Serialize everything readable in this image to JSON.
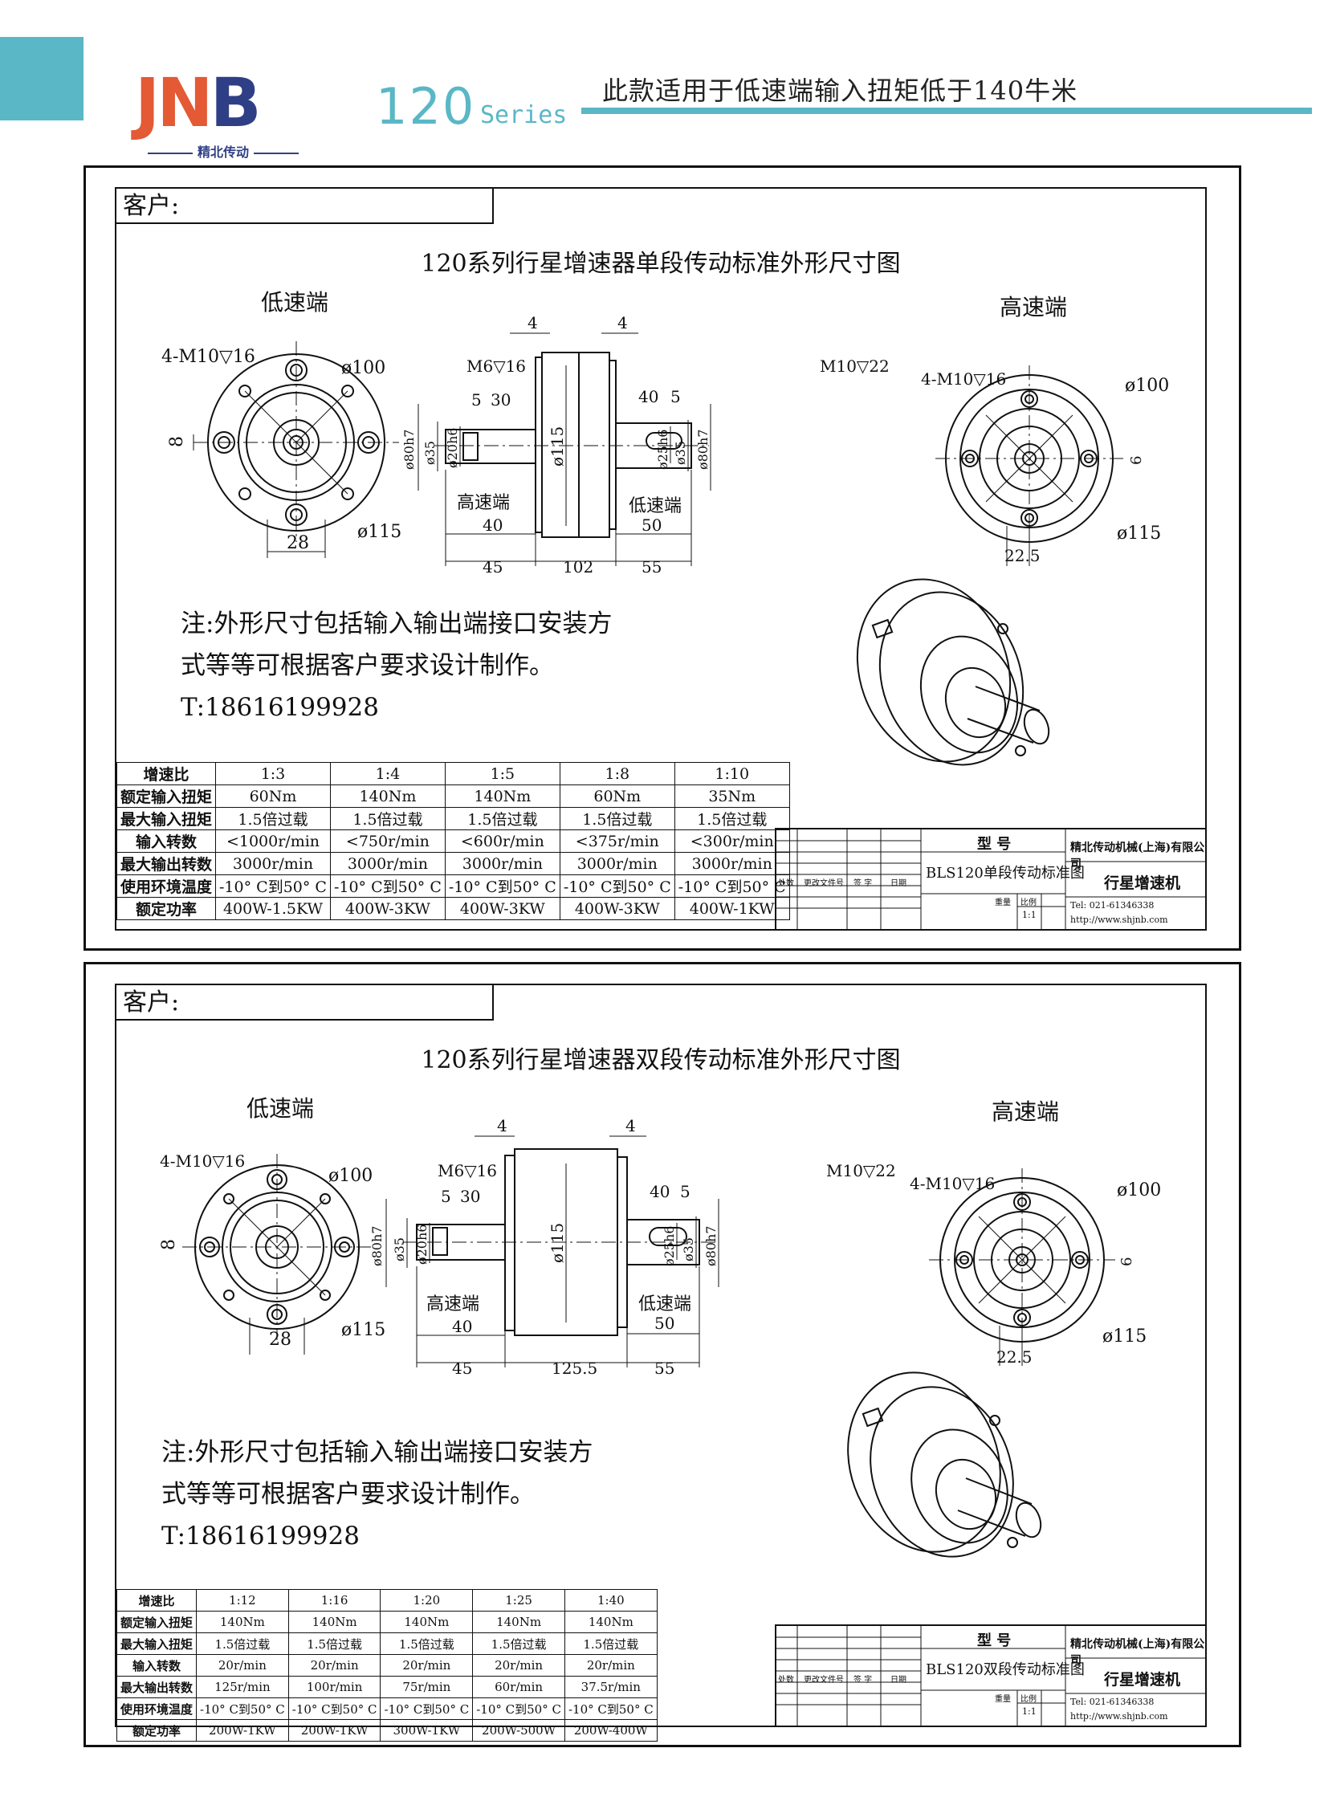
{
  "header": {
    "logo_text": "JNB",
    "logo_sub": "精北传动",
    "series_number": "120",
    "series_word": "Series",
    "slogan": "此款适用于低速端输入扭矩低于140牛米"
  },
  "colors": {
    "accent": "#5ab7c6",
    "logo_orange": "#e35a35",
    "logo_navy": "#2f3f86"
  },
  "sheets": [
    {
      "customer_label": "客户:",
      "title": "120系列行星增速器单段传动标准外形尺寸图",
      "low_end_label": "低速端",
      "high_end_label": "高速端",
      "left_view": {
        "bolt": "4-M10▽16",
        "pcd": "ø100",
        "od": "ø115",
        "key": "8",
        "width": "28"
      },
      "side_view": {
        "left_tap": "M6▽16",
        "right_tap": "M10▽22",
        "flange_left": "4",
        "flange_right": "4",
        "key_left_a": "5",
        "key_left_b": "30",
        "key_right_a": "40",
        "key_right_b": "5",
        "d_left_1": "ø80h7",
        "d_left_2": "ø35",
        "d_left_3": "ø20h6",
        "d_body": "ø115",
        "d_right_1": "ø25h6",
        "d_right_2": "ø35",
        "d_right_3": "ø80h7",
        "high_label": "高速端",
        "low_label": "低速端",
        "shaft_left": "40",
        "shaft_right": "50",
        "len_left": "45",
        "len_body": "102",
        "len_right": "55"
      },
      "right_view": {
        "bolt": "4-M10▽16",
        "pcd": "ø100",
        "od": "ø115",
        "key": "6",
        "width": "22.5"
      },
      "note_lines": [
        "注:外形尺寸包括输入输出端接口安装方",
        "式等等可根据客户要求设计制作。",
        "T:18616199928"
      ],
      "table": {
        "headers": [
          "增速比",
          "1:3",
          "1:4",
          "1:5",
          "1:8",
          "1:10"
        ],
        "rows": [
          [
            "额定输入扭矩",
            "60Nm",
            "140Nm",
            "140Nm",
            "60Nm",
            "35Nm"
          ],
          [
            "最大输入扭矩",
            "1.5倍过载",
            "1.5倍过载",
            "1.5倍过载",
            "1.5倍过载",
            "1.5倍过载"
          ],
          [
            "输入转数",
            "<1000r/min",
            "<750r/min",
            "<600r/min",
            "<375r/min",
            "<300r/min"
          ],
          [
            "最大输出转数",
            "3000r/min",
            "3000r/min",
            "3000r/min",
            "3000r/min",
            "3000r/min"
          ],
          [
            "使用环境温度",
            "-10° C到50° C",
            "-10° C到50° C",
            "-10° C到50° C",
            "-10° C到50° C",
            "-10° C到50° C"
          ],
          [
            "额定功率",
            "400W-1.5KW",
            "400W-3KW",
            "400W-3KW",
            "400W-3KW",
            "400W-1KW"
          ]
        ]
      },
      "title_block": {
        "model_header": "型 号",
        "model": "BLS120单段传动标准图",
        "company": "精北传动机械(上海)有限公司",
        "product": "行星增速机",
        "col_labels": [
          "处数",
          "更改文件号",
          "签 字",
          "日期"
        ],
        "weight_label": "重量",
        "scale_label": "比例",
        "scale": "1:1",
        "tel": "Tel: 021-61346338",
        "web": "http://www.shjnb.com"
      }
    },
    {
      "customer_label": "客户:",
      "title": "120系列行星增速器双段传动标准外形尺寸图",
      "low_end_label": "低速端",
      "high_end_label": "高速端",
      "left_view": {
        "bolt": "4-M10▽16",
        "pcd": "ø100",
        "od": "ø115",
        "key": "8",
        "width": "28"
      },
      "side_view": {
        "left_tap": "M6▽16",
        "right_tap": "M10▽22",
        "flange_left": "4",
        "flange_right": "4",
        "key_left_a": "5",
        "key_left_b": "30",
        "key_right_a": "40",
        "key_right_b": "5",
        "d_left_1": "ø80h7",
        "d_left_2": "ø35",
        "d_left_3": "ø20h6",
        "d_body": "ø115",
        "d_right_1": "ø25h6",
        "d_right_2": "ø35",
        "d_right_3": "ø80h7",
        "high_label": "高速端",
        "low_label": "低速端",
        "shaft_left": "40",
        "shaft_right": "50",
        "len_left": "45",
        "len_body": "125.5",
        "len_right": "55"
      },
      "right_view": {
        "bolt": "4-M10▽16",
        "pcd": "ø100",
        "od": "ø115",
        "key": "6",
        "width": "22.5"
      },
      "note_lines": [
        "注:外形尺寸包括输入输出端接口安装方",
        "式等等可根据客户要求设计制作。",
        "T:18616199928"
      ],
      "table": {
        "headers": [
          "增速比",
          "1:12",
          "1:16",
          "1:20",
          "1:25",
          "1:40"
        ],
        "rows": [
          [
            "额定输入扭矩",
            "140Nm",
            "140Nm",
            "140Nm",
            "140Nm",
            "140Nm"
          ],
          [
            "最大输入扭矩",
            "1.5倍过载",
            "1.5倍过载",
            "1.5倍过载",
            "1.5倍过载",
            "1.5倍过载"
          ],
          [
            "输入转数",
            "20r/min",
            "20r/min",
            "20r/min",
            "20r/min",
            "20r/min"
          ],
          [
            "最大输出转数",
            "125r/min",
            "100r/min",
            "75r/min",
            "60r/min",
            "37.5r/min"
          ],
          [
            "使用环境温度",
            "-10° C到50° C",
            "-10° C到50° C",
            "-10° C到50° C",
            "-10° C到50° C",
            "-10° C到50° C"
          ],
          [
            "额定功率",
            "200W-1KW",
            "200W-1KW",
            "300W-1KW",
            "200W-500W",
            "200W-400W"
          ]
        ]
      },
      "title_block": {
        "model_header": "型 号",
        "model": "BLS120双段传动标准图",
        "company": "精北传动机械(上海)有限公司",
        "product": "行星增速机",
        "col_labels": [
          "处数",
          "更改文件号",
          "签 字",
          "日期"
        ],
        "weight_label": "重量",
        "scale_label": "比例",
        "scale": "1:1",
        "tel": "Tel: 021-61346338",
        "web": "http://www.shjnb.com"
      }
    }
  ]
}
